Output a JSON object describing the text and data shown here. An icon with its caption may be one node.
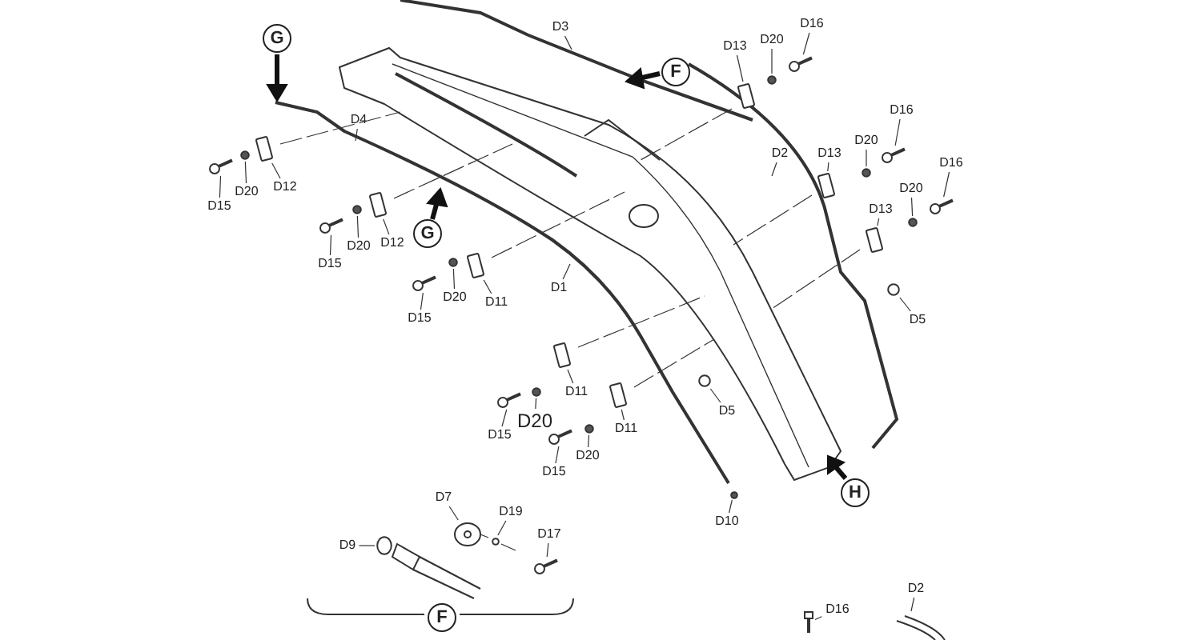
{
  "diagram": {
    "nodes": [
      {
        "text": [
          "D3"
        ]
      },
      {
        "text": [
          "D16"
        ]
      },
      {
        "text": [
          "G"
        ]
      },
      {
        "text": [
          "D13"
        ]
      },
      {
        "text": [
          "D20"
        ]
      },
      {
        "text": [
          "F"
        ]
      },
      {
        "text": [
          "D4"
        ]
      },
      {
        "text": [
          "D16"
        ]
      },
      {
        "text": [
          "D20"
        ]
      },
      {
        "text": [
          "D2"
        ]
      },
      {
        "text": [
          "D13"
        ]
      },
      {
        "text": [
          "D16"
        ]
      },
      {
        "text": [
          "D12"
        ]
      },
      {
        "text": [
          "D20"
        ]
      },
      {
        "text": [
          "D20"
        ]
      },
      {
        "text": [
          "D15"
        ]
      },
      {
        "text": [
          "D13"
        ]
      },
      {
        "text": [
          "G"
        ]
      },
      {
        "text": [
          "D12"
        ]
      },
      {
        "text": [
          "D20"
        ]
      },
      {
        "text": [
          "D15"
        ]
      },
      {
        "text": [
          "D1"
        ]
      },
      {
        "text": [
          "D20"
        ]
      },
      {
        "text": [
          "D11"
        ]
      },
      {
        "text": [
          "D5"
        ]
      },
      {
        "text": [
          "D15"
        ]
      },
      {
        "text": [
          "D11"
        ]
      },
      {
        "text": [
          "D5"
        ]
      },
      {
        "text": [
          "D20"
        ]
      },
      {
        "text": [
          "D11"
        ]
      },
      {
        "text": [
          "D15"
        ]
      },
      {
        "text": [
          "D20"
        ]
      },
      {
        "text": [
          "D15"
        ]
      },
      {
        "text": [
          "H"
        ]
      },
      {
        "text": [
          "D7"
        ]
      },
      {
        "text": [
          "D19"
        ]
      },
      {
        "text": [
          "D10"
        ]
      },
      {
        "text": [
          "D17"
        ]
      },
      {
        "text": [
          "D9"
        ]
      },
      {
        "text": [
          "D2"
        ]
      },
      {
        "text": [
          "D16"
        ]
      },
      {
        "text": [
          "F"
        ]
      },
      {
        "text": [],
        "shape": "picture"
      },
      {
        "text": [],
        "shape": "box"
      },
      {
        "text": [],
        "shape": "circle"
      },
      {
        "text": [],
        "shape": "picture"
      },
      {
        "text": [],
        "shape": "circle"
      },
      {
        "text": [],
        "shape": "box"
      },
      {
        "text": [],
        "shape": "picture"
      },
      {
        "text": [],
        "shape": "box"
      },
      {
        "text": [],
        "shape": "circle"
      },
      {
        "text": [],
        "shape": "circle"
      },
      {
        "text": [],
        "shape": "picture"
      },
      {
        "text": [],
        "shape": "box"
      },
      {
        "text": [],
        "shape": "box"
      },
      {
        "text": [],
        "shape": "circle"
      },
      {
        "text": [],
        "shape": "picture"
      },
      {
        "text": [],
        "shape": "circle"
      },
      {
        "text": [],
        "shape": "box"
      },
      {
        "text": [],
        "shape": "circle"
      },
      {
        "text": [],
        "shape": "picture"
      },
      {
        "text": [],
        "shape": "box"
      },
      {
        "text": [],
        "shape": "circle"
      },
      {
        "text": [],
        "shape": "circle"
      },
      {
        "text": [],
        "shape": "box"
      },
      {
        "text": [],
        "shape": "picture"
      },
      {
        "text": [],
        "shape": "circle"
      },
      {
        "text": [],
        "shape": "picture"
      },
      {
        "text": [],
        "shape": "picture"
      },
      {
        "text": [],
        "shape": "circle"
      },
      {
        "text": [],
        "shape": "circle"
      },
      {
        "text": [],
        "shape": "picture"
      },
      {
        "text": [],
        "shape": "circle"
      },
      {
        "text": [],
        "shape": "picture"
      }
    ],
    "edges": [
      {
        "from": 0,
        "to": null,
        "arrow": "none"
      },
      {
        "from": 1,
        "to": 42,
        "arrow": "none"
      },
      {
        "from": 3,
        "to": 43,
        "arrow": "none"
      },
      {
        "from": 4,
        "to": 44,
        "arrow": "none"
      },
      {
        "from": 6,
        "to": null,
        "arrow": "none"
      },
      {
        "from": 7,
        "to": 45,
        "arrow": "none"
      },
      {
        "from": 8,
        "to": 46,
        "arrow": "none"
      },
      {
        "from": 9,
        "to": null,
        "arrow": "none"
      },
      {
        "from": 10,
        "to": 47,
        "arrow": "none"
      },
      {
        "from": 11,
        "to": 48,
        "arrow": "none"
      },
      {
        "from": 12,
        "to": 49,
        "arrow": "none"
      },
      {
        "from": 13,
        "to": 50,
        "arrow": "none"
      },
      {
        "from": 14,
        "to": 51,
        "arrow": "none"
      },
      {
        "from": 15,
        "to": 52,
        "arrow": "none"
      },
      {
        "from": 16,
        "to": 53,
        "arrow": "none"
      },
      {
        "from": 18,
        "to": 54,
        "arrow": "none"
      },
      {
        "from": 19,
        "to": 55,
        "arrow": "none"
      },
      {
        "from": 20,
        "to": 56,
        "arrow": "none"
      },
      {
        "from": 21,
        "to": null,
        "arrow": "none"
      },
      {
        "from": 22,
        "to": 57,
        "arrow": "none"
      },
      {
        "from": 23,
        "to": 58,
        "arrow": "none"
      },
      {
        "from": 24,
        "to": 59,
        "arrow": "none"
      },
      {
        "from": 25,
        "to": 60,
        "arrow": "none"
      },
      {
        "from": 26,
        "to": 61,
        "arrow": "none"
      },
      {
        "from": 27,
        "to": 62,
        "arrow": "none"
      },
      {
        "from": 28,
        "to": 63,
        "arrow": "none"
      },
      {
        "from": 29,
        "to": 64,
        "arrow": "none"
      },
      {
        "from": 30,
        "to": 65,
        "arrow": "none"
      },
      {
        "from": 31,
        "to": 66,
        "arrow": "none"
      },
      {
        "from": 32,
        "to": 67,
        "arrow": "none"
      },
      {
        "from": 34,
        "to": 68,
        "arrow": "none"
      },
      {
        "from": 35,
        "to": 69,
        "arrow": "none"
      },
      {
        "from": 36,
        "to": 70,
        "arrow": "none"
      },
      {
        "from": 37,
        "to": 71,
        "arrow": "none"
      },
      {
        "from": 38,
        "to": 72,
        "arrow": "none"
      },
      {
        "from": 39,
        "to": null,
        "arrow": "none"
      },
      {
        "from": 40,
        "to": 73,
        "arrow": "none"
      }
    ]
  }
}
